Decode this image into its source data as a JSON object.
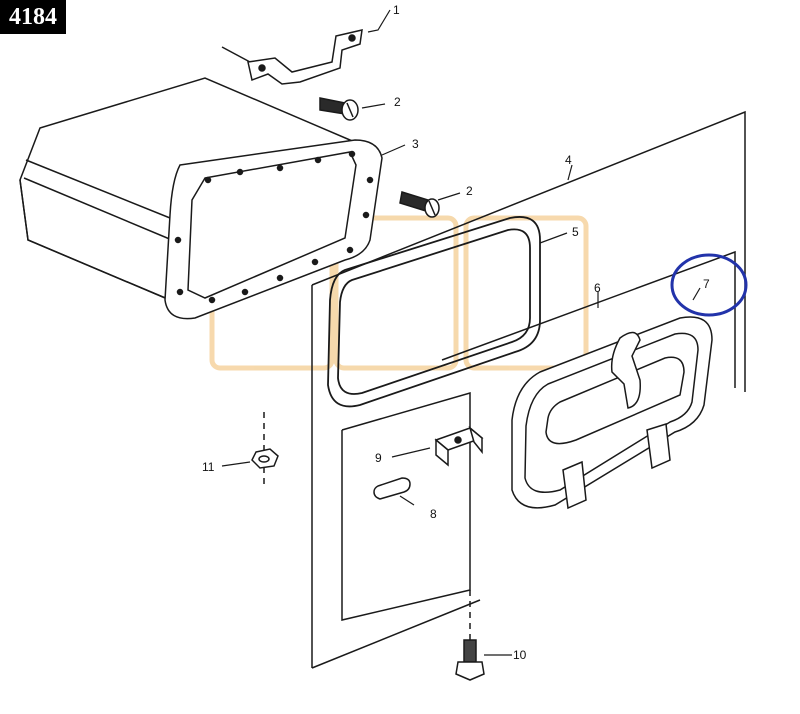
{
  "badge": {
    "text": "4184"
  },
  "callouts": [
    {
      "id": "bracket",
      "label": "1"
    },
    {
      "id": "screw-upper",
      "label": "2"
    },
    {
      "id": "screw-lower",
      "label": "2"
    },
    {
      "id": "housing",
      "label": "3"
    },
    {
      "id": "panel",
      "label": "4"
    },
    {
      "id": "gasket",
      "label": "5"
    },
    {
      "id": "door-assembly",
      "label": "6"
    },
    {
      "id": "door",
      "label": "7"
    },
    {
      "id": "pin",
      "label": "8"
    },
    {
      "id": "hinge-clip",
      "label": "9"
    },
    {
      "id": "bolt",
      "label": "10"
    },
    {
      "id": "nut",
      "label": "11"
    }
  ],
  "colors": {
    "line": "#1a1a1a",
    "highlight_circle": "#2233aa",
    "watermark": "#f3c98a"
  }
}
